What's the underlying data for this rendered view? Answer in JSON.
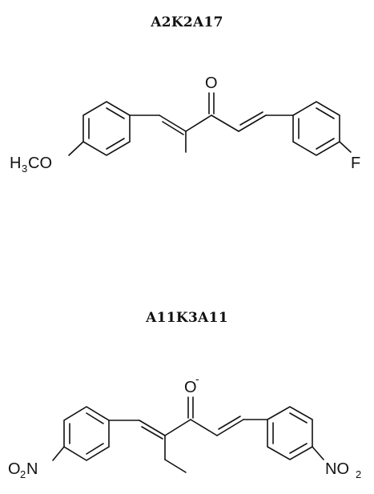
{
  "structures": [
    {
      "title": "A2K2A17",
      "atoms": {
        "O_top": "O",
        "left_group_main": "H",
        "left_group_sub": "3",
        "left_group_tail": "CO",
        "right_sub": "F"
      }
    },
    {
      "title": "A11K3A11",
      "atoms": {
        "O_top": "O",
        "O_charge": "-",
        "left_a": "O",
        "left_sub": "2",
        "left_b": "N",
        "right_a": "NO",
        "right_sub": "2"
      }
    }
  ],
  "colors": {
    "ink": "#111111",
    "background": "#ffffff"
  }
}
